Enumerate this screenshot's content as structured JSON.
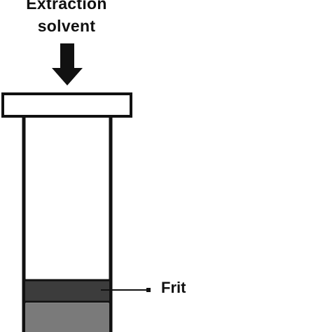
{
  "diagram": {
    "title_line_1": "Extraction",
    "title_line_2": "solvent",
    "labels": {
      "frit": "Frit"
    },
    "colors": {
      "outline": "#111111",
      "frit_fill": "#3c3c3c",
      "sample_fill": "#7a7a7a",
      "background": "#ffffff"
    },
    "icons": {
      "flow_arrow": "down-arrow-icon"
    }
  }
}
